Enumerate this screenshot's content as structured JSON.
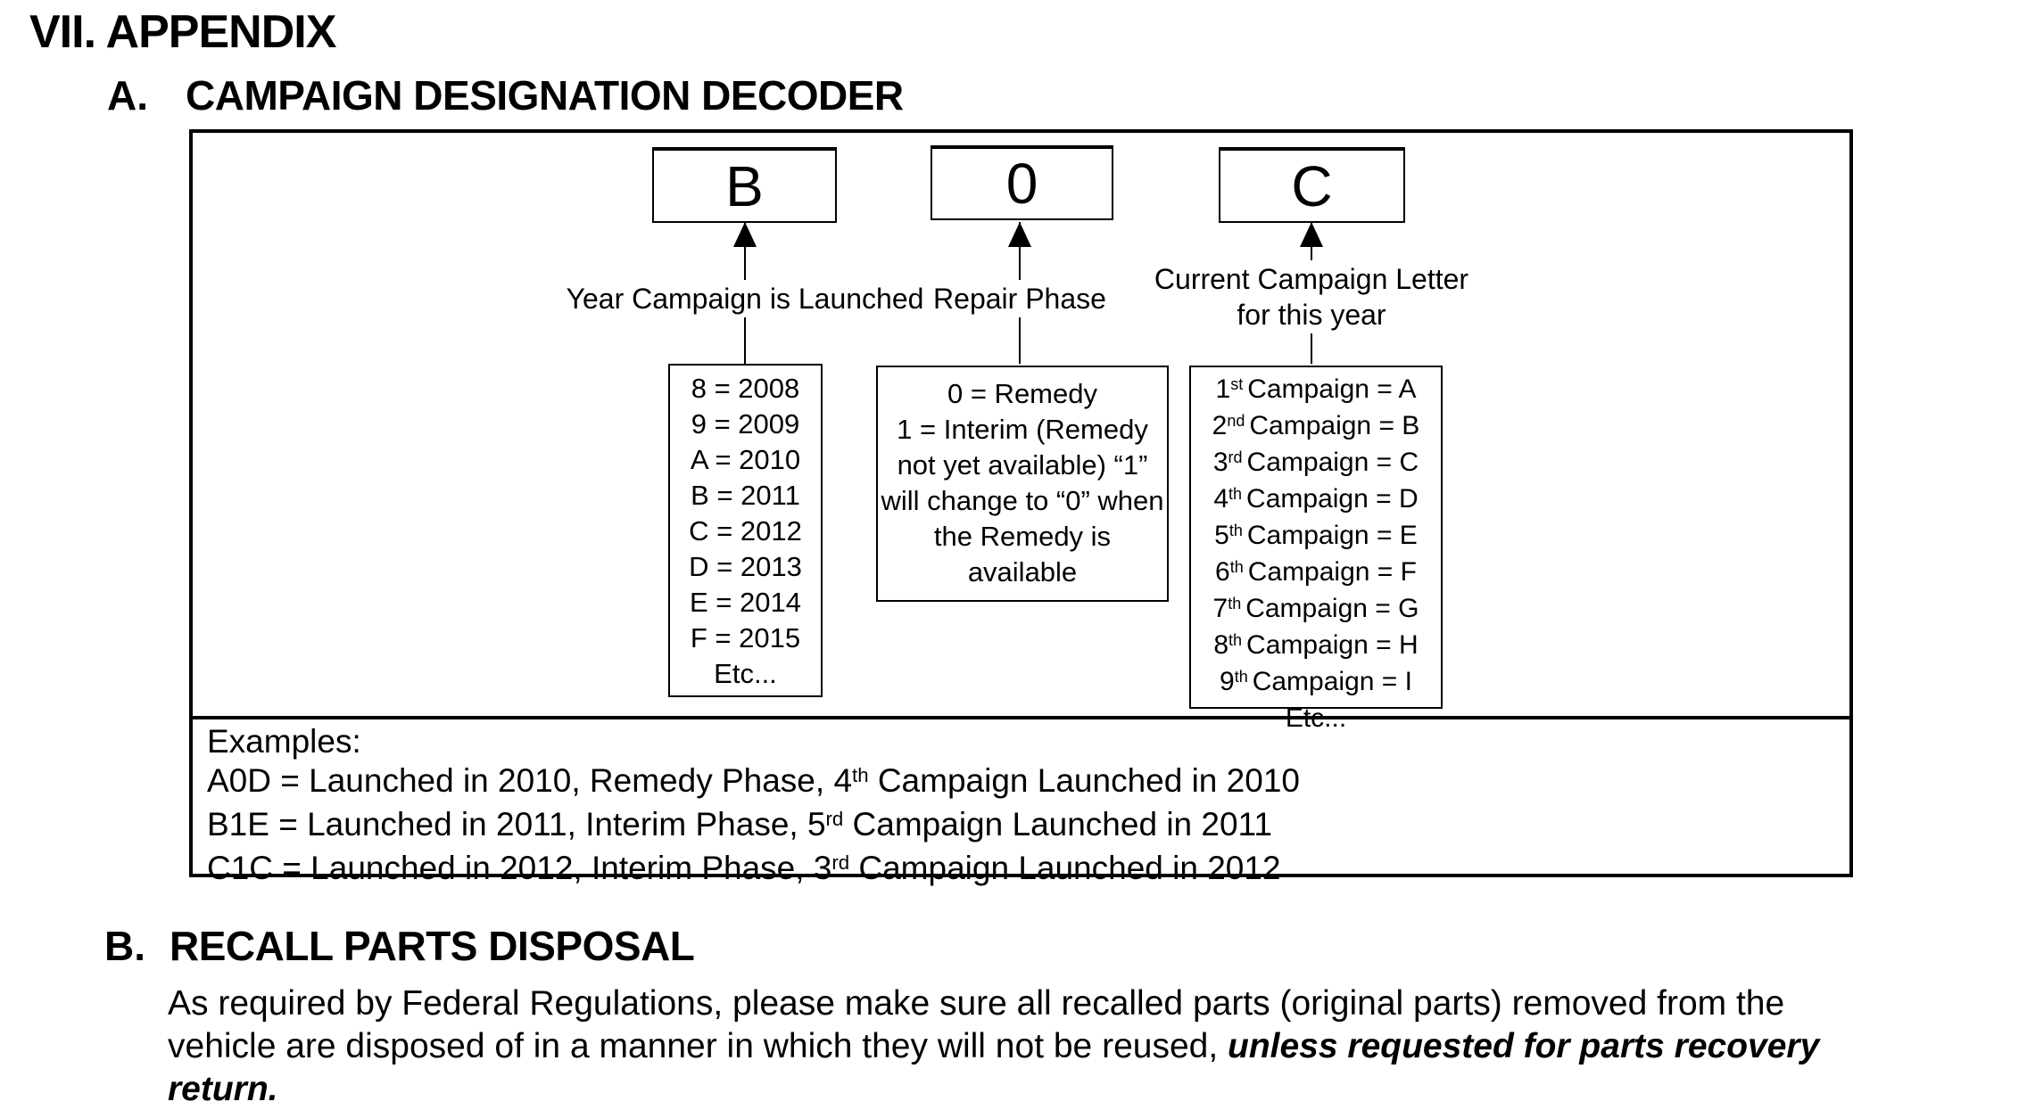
{
  "page": {
    "title": "VII. APPENDIX"
  },
  "section_a": {
    "number": "A.",
    "heading": "CAMPAIGN DESIGNATION DECODER"
  },
  "decoder": {
    "codes": {
      "year": "B",
      "phase": "0",
      "letter": "C"
    },
    "labels": {
      "year": "Year Campaign is Launched",
      "phase": "Repair Phase",
      "letter_line1": "Current Campaign Letter",
      "letter_line2": "for this year"
    },
    "year_box": [
      "8 = 2008",
      "9 = 2009",
      "A = 2010",
      "B = 2011",
      "C = 2012",
      "D = 2013",
      "E = 2014",
      "F = 2015",
      "Etc..."
    ],
    "phase_box": [
      "0 = Remedy",
      "1 = Interim (Remedy",
      "not yet available) “1”",
      "will change to “0” when",
      "the Remedy is",
      "available"
    ],
    "letter_box": [
      {
        "n": "1",
        "s": "st",
        "t": "Campaign = A"
      },
      {
        "n": "2",
        "s": "nd",
        "t": "Campaign = B"
      },
      {
        "n": "3",
        "s": "rd",
        "t": "Campaign = C"
      },
      {
        "n": "4",
        "s": "th",
        "t": "Campaign = D"
      },
      {
        "n": "5",
        "s": "th",
        "t": "Campaign = E"
      },
      {
        "n": "6",
        "s": "th",
        "t": "Campaign = F"
      },
      {
        "n": "7",
        "s": "th",
        "t": "Campaign = G"
      },
      {
        "n": "8",
        "s": "th",
        "t": "Campaign = H"
      },
      {
        "n": "9",
        "s": "th",
        "t": "Campaign = I"
      }
    ],
    "letter_box_etc": "Etc...",
    "examples": {
      "heading": "Examples:",
      "items": [
        {
          "pre": "A0D = Launched in 2010, Remedy Phase, 4",
          "sup": "th",
          "post": " Campaign Launched in 2010"
        },
        {
          "pre": "B1E = Launched in 2011, Interim Phase, 5",
          "sup": "rd",
          "post": " Campaign Launched in 2011"
        },
        {
          "pre": "C1C = Launched in 2012, Interim Phase, 3",
          "sup": "rd",
          "post": " Campaign Launched in 2012"
        }
      ]
    }
  },
  "section_b": {
    "number": "B.",
    "heading": "RECALL PARTS DISPOSAL",
    "lines": [
      {
        "normal": "As required by Federal Regulations, please make sure all recalled parts (original parts) removed from the"
      },
      {
        "normal": "vehicle are disposed of in a manner in which they will not be reused, ",
        "em": "unless requested for parts recovery"
      },
      {
        "em": "return."
      }
    ]
  }
}
